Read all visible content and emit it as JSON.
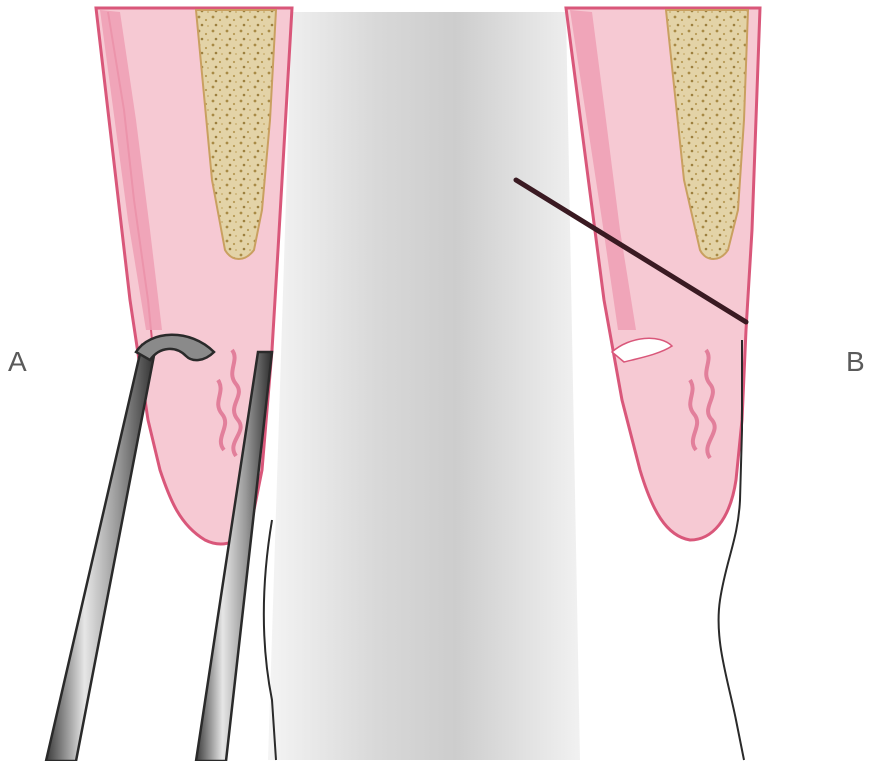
{
  "labels": {
    "left": "A",
    "right": "B"
  },
  "colors": {
    "gingiva_fill": "#f6c9d3",
    "gingiva_outline": "#d9577a",
    "epithelium": "#ef9fb4",
    "bone_fill": "#e3d3a7",
    "bone_speckle": "#a88a45",
    "tooth_light": "#f2f2f2",
    "tooth_mid": "#cfcfcf",
    "instrument_steel": "#c8c8c8",
    "instrument_dark": "#2a2a2a",
    "incision_line": "#3a1a22"
  },
  "panels": [
    {
      "id": "A",
      "instruments": [
        "curette",
        "pocket-probe"
      ]
    },
    {
      "id": "B",
      "instruments": [
        "incision-line"
      ]
    }
  ]
}
